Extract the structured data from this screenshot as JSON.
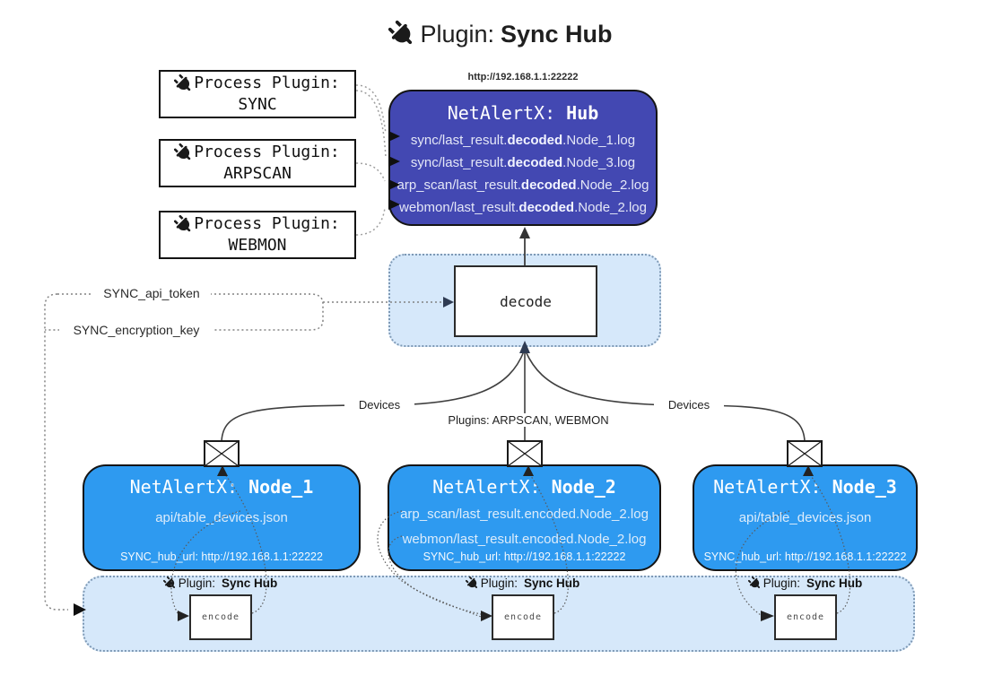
{
  "title": {
    "prefix": "Plugin:",
    "name": "Sync Hub"
  },
  "hub": {
    "url_label": "http://192.168.1.1:22222",
    "title_prefix": "NetAlertX: ",
    "title_name": "Hub",
    "logs": [
      {
        "pre": "sync/last_result.",
        "bold": "decoded",
        "post": ".Node_1.log"
      },
      {
        "pre": "sync/last_result.",
        "bold": "decoded",
        "post": ".Node_3.log"
      },
      {
        "pre": "arp_scan/last_result.",
        "bold": "decoded",
        "post": ".Node_2.log"
      },
      {
        "pre": "webmon/last_result.",
        "bold": "decoded",
        "post": ".Node_2.log"
      }
    ]
  },
  "process_plugins": [
    {
      "label": "Process Plugin:",
      "name": "SYNC"
    },
    {
      "label": "Process Plugin:",
      "name": "ARPSCAN"
    },
    {
      "label": "Process Plugin:",
      "name": "WEBMON"
    }
  ],
  "params": {
    "api_token": "SYNC_api_token",
    "encryption_key": "SYNC_encryption_key"
  },
  "decode_label": "decode",
  "encode_label": "encode",
  "edge_labels": {
    "devices_left": "Devices",
    "devices_right": "Devices",
    "plugins": "Plugins: ARPSCAN, WEBMON"
  },
  "sync_plugin_label": {
    "prefix": "Plugin:",
    "name": "Sync Hub"
  },
  "nodes": [
    {
      "title_prefix": "NetAlertX: ",
      "name": "Node_1",
      "lines": [
        "api/table_devices.json"
      ],
      "url": "SYNC_hub_url: http://192.168.1.1:22222"
    },
    {
      "title_prefix": "NetAlertX: ",
      "name": "Node_2",
      "lines": [
        "arp_scan/last_result.encoded.Node_2.log",
        "webmon/last_result.encoded.Node_2.log"
      ],
      "url": "SYNC_hub_url: http://192.168.1.1:22222"
    },
    {
      "title_prefix": "NetAlertX: ",
      "name": "Node_3",
      "lines": [
        "api/table_devices.json"
      ],
      "url": "SYNC_hub_url: http://192.168.1.1:22222"
    }
  ],
  "icons": {
    "plug": "plug-icon",
    "envelope": "envelope-icon",
    "arrow": "arrow-right-icon"
  },
  "colors": {
    "hub_fill": "#4348b2",
    "node_fill": "#2e9af0",
    "container_fill": "#d6e8fa",
    "container_border": "#7e99b5",
    "hub_log_text": "#e4e7f7",
    "node_text": "#dcecfb"
  }
}
